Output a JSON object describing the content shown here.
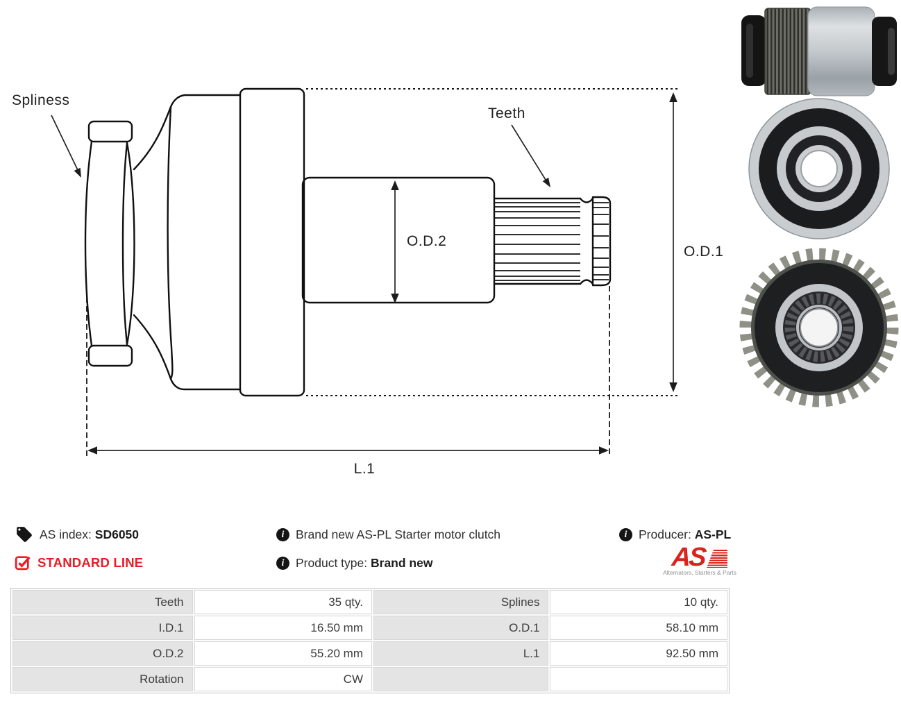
{
  "drawing": {
    "labels": {
      "spliness": "Spliness",
      "teeth": "Teeth",
      "od2": "O.D.2",
      "od1": "O.D.1",
      "l1": "L.1"
    }
  },
  "info": {
    "as_index": {
      "label": "AS index:",
      "value": "SD6050"
    },
    "line_badge": "STANDARD LINE",
    "description": "Brand new AS-PL Starter motor clutch",
    "product_type": {
      "label": "Product type:",
      "value": "Brand new"
    },
    "producer": {
      "label": "Producer:",
      "value": "AS-PL"
    },
    "logo": {
      "text": "AS",
      "tagline": "Alternators, Starters & Parts"
    }
  },
  "colors": {
    "accent_red": "#ec1c24",
    "logo_red": "#d8241c",
    "line_black": "#101010",
    "table_gray": "#e4e4e4",
    "table_border": "#d8d8d8"
  },
  "spec_table": {
    "rows": [
      [
        "Teeth",
        "35 qty.",
        "Splines",
        "10 qty."
      ],
      [
        "I.D.1",
        "16.50 mm",
        "O.D.1",
        "58.10 mm"
      ],
      [
        "O.D.2",
        "55.20 mm",
        "L.1",
        "92.50 mm"
      ],
      [
        "Rotation",
        "CW",
        "",
        ""
      ]
    ]
  }
}
